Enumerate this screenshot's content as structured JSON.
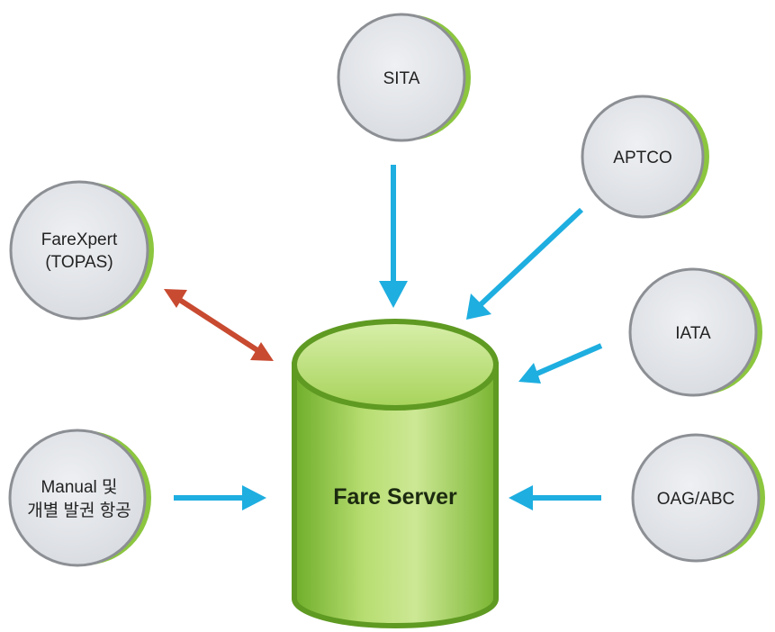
{
  "center": {
    "label": "Fare Server"
  },
  "nodes": [
    {
      "id": "sita",
      "lines": [
        "SITA"
      ]
    },
    {
      "id": "aptco",
      "lines": [
        "APTCO"
      ]
    },
    {
      "id": "farexpert",
      "lines": [
        "FareXpert",
        "(TOPAS)"
      ]
    },
    {
      "id": "iata",
      "lines": [
        "IATA"
      ]
    },
    {
      "id": "manual",
      "lines": [
        "Manual 및",
        "개별 발권 항공"
      ]
    },
    {
      "id": "oag",
      "lines": [
        "OAG/ABC"
      ]
    }
  ],
  "arrows": [
    {
      "from": "sita",
      "to": "center",
      "direction": "one-way",
      "color": "#1eaee0"
    },
    {
      "from": "aptco",
      "to": "center",
      "direction": "one-way",
      "color": "#1eaee0"
    },
    {
      "from": "iata",
      "to": "center",
      "direction": "one-way",
      "color": "#1eaee0"
    },
    {
      "from": "oag",
      "to": "center",
      "direction": "one-way",
      "color": "#1eaee0"
    },
    {
      "from": "manual",
      "to": "center",
      "direction": "one-way",
      "color": "#1eaee0"
    },
    {
      "from": "farexpert",
      "to": "center",
      "direction": "two-way",
      "color": "#c84a30"
    }
  ],
  "colors": {
    "node_fill": "#e3e5e9",
    "node_stroke": "#8c8f94",
    "node_accent": "#8cc63f",
    "cylinder_fill": "#9fcf4f",
    "cylinder_top": "#c6e58e",
    "cylinder_stroke": "#5f9a22"
  }
}
